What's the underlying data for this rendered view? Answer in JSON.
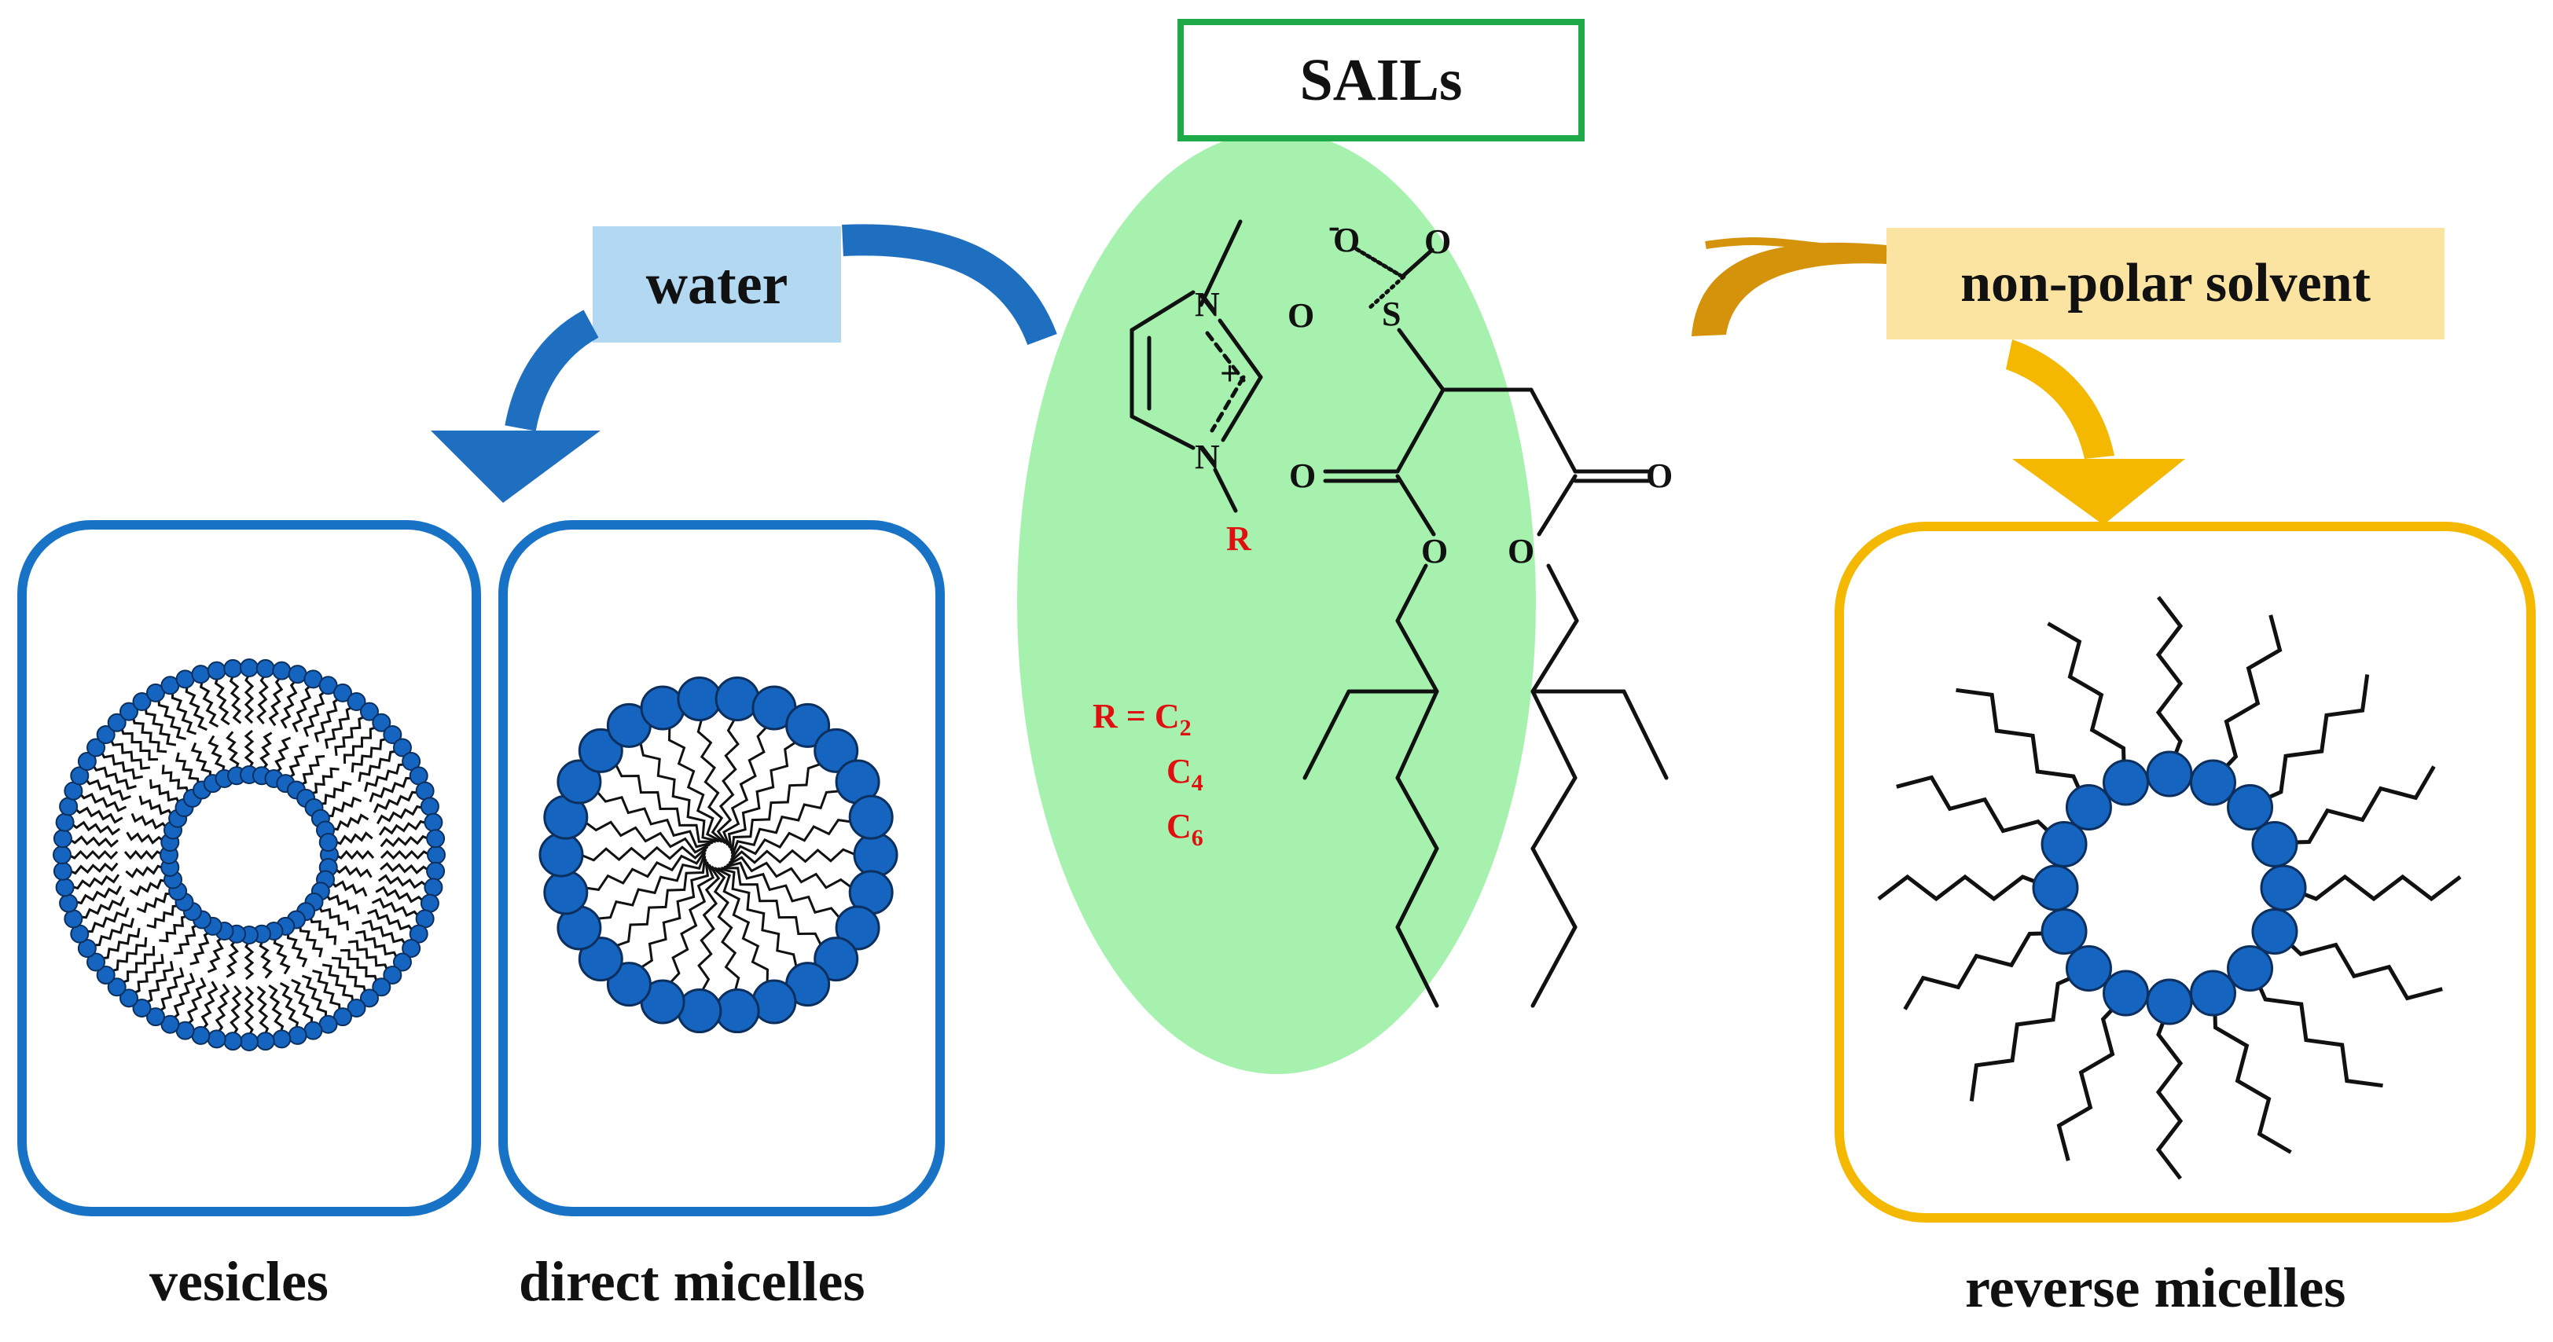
{
  "title": "SAILs",
  "paths": {
    "water": "water",
    "nonpolar": "non-polar solvent"
  },
  "structures": {
    "vesicles": "vesicles",
    "direct": "direct micelles",
    "reverse": "reverse micelles"
  },
  "molecule": {
    "atoms": {
      "n": "N",
      "plus": "+",
      "minus": "-",
      "s": "S",
      "o": "O",
      "r": "R"
    },
    "r_def": {
      "prefix": "R = ",
      "c": "C",
      "subs": [
        "2",
        "4",
        "6"
      ]
    }
  },
  "colors": {
    "blue": "#1f6fc0",
    "blue_box": "#1872c6",
    "head": "#1565c0",
    "yellow": "#f5b800",
    "orange": "#d4930a",
    "green_box": "#1faa4a",
    "ellipse": "#a6f1ae",
    "water_tag": "#b3d9f2",
    "nonpolar_tag": "#fbe3a1",
    "red": "#e01010"
  }
}
